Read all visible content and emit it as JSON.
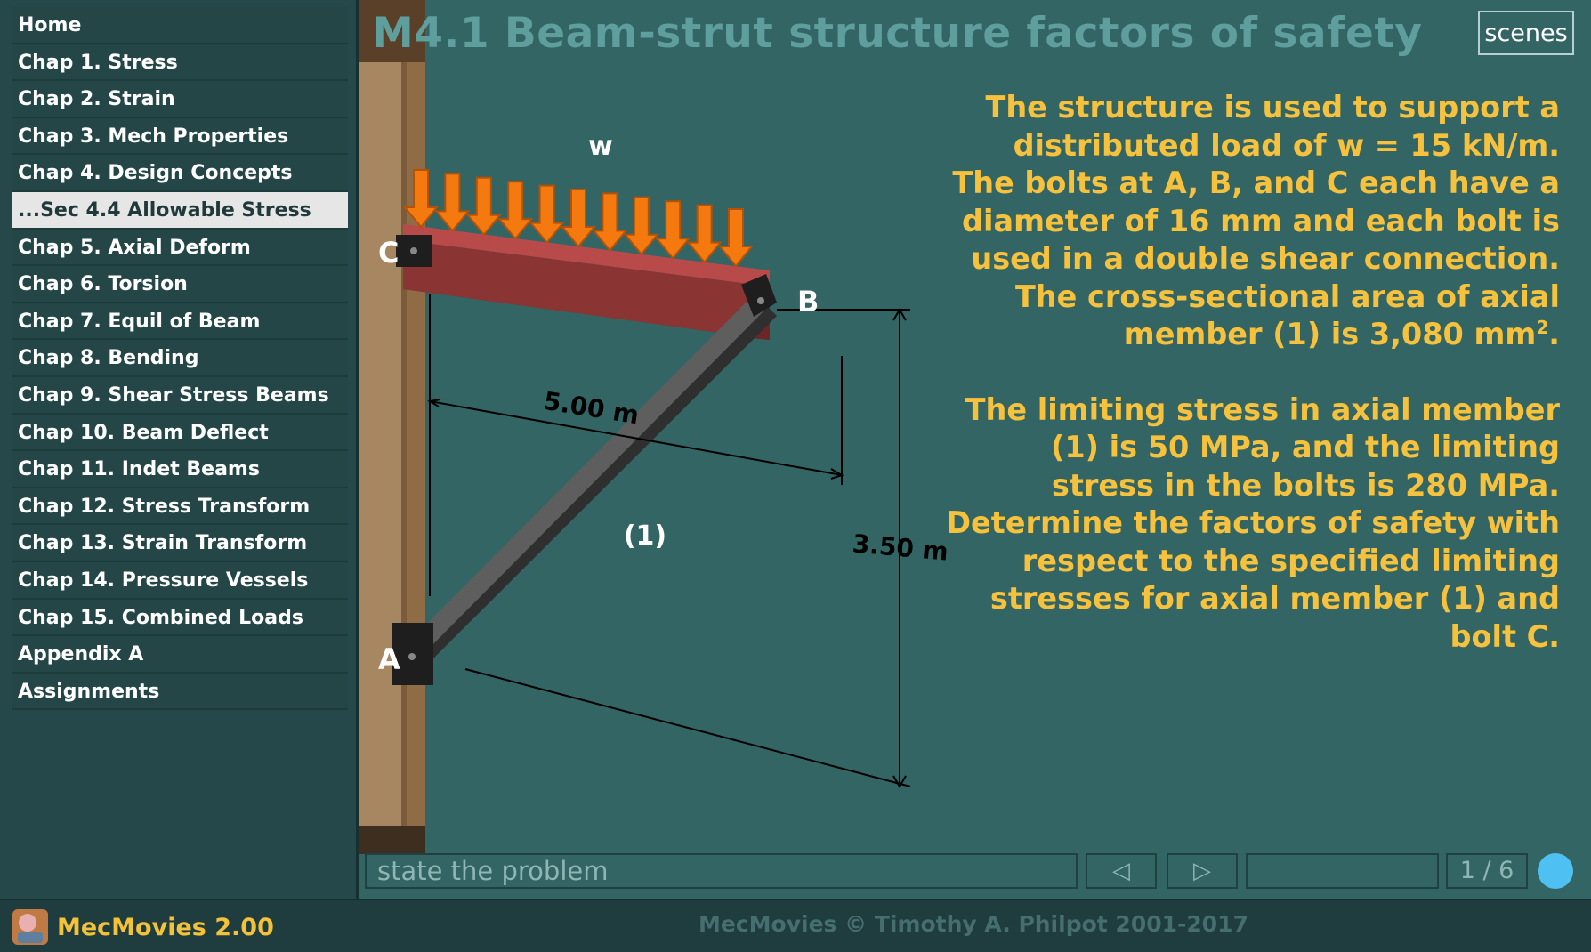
{
  "sidebar": {
    "items": [
      {
        "label": "Home",
        "active": false
      },
      {
        "label": "Chap 1. Stress",
        "active": false
      },
      {
        "label": "Chap 2. Strain",
        "active": false
      },
      {
        "label": "Chap 3. Mech Properties",
        "active": false
      },
      {
        "label": "Chap 4. Design Concepts",
        "active": false
      },
      {
        "label": "...Sec 4.4 Allowable Stress",
        "active": true
      },
      {
        "label": "Chap 5. Axial Deform",
        "active": false
      },
      {
        "label": "Chap 6. Torsion",
        "active": false
      },
      {
        "label": "Chap 7. Equil of Beam",
        "active": false
      },
      {
        "label": "Chap 8. Bending",
        "active": false
      },
      {
        "label": "Chap 9. Shear Stress Beams",
        "active": false
      },
      {
        "label": "Chap 10. Beam Deflect",
        "active": false
      },
      {
        "label": "Chap 11. Indet Beams",
        "active": false
      },
      {
        "label": "Chap 12. Stress Transform",
        "active": false
      },
      {
        "label": "Chap 13. Strain Transform",
        "active": false
      },
      {
        "label": "Chap 14. Pressure Vessels",
        "active": false
      },
      {
        "label": "Chap 15. Combined Loads",
        "active": false
      },
      {
        "label": "Appendix A",
        "active": false
      },
      {
        "label": "Assignments",
        "active": false
      }
    ]
  },
  "brand": {
    "name": "MecMovies 2.00",
    "logo_icon": "mecmovies-logo-icon"
  },
  "footer": {
    "copyright": "MecMovies © Timothy A. Philpot 2001-2017"
  },
  "header": {
    "title": "M4.1 Beam-strut structure factors of safety",
    "scenes_label": "scenes"
  },
  "figure": {
    "load_label": "w",
    "label_a": "A",
    "label_b": "B",
    "label_c": "C",
    "member_label": "(1)",
    "dim_horizontal": "5.00 m",
    "dim_vertical": "3.50 m"
  },
  "problem": {
    "p1_text": "The structure is used to support a distributed load of w = 15 kN/m.  The bolts at A, B, and C each have a diameter of 16 mm and each bolt is used in a double shear connection.  The cross-sectional area of axial member (1) is 3,080 mm",
    "p1_sup": "2",
    "p1_end": ".",
    "p2_text": "The limiting stress in axial member (1) is 50 MPa, and the limiting stress in the bolts is 280 MPa.  Determine the factors of safety with respect to the specified limiting stresses for axial member (1) and bolt C."
  },
  "controls": {
    "caption": "state the problem",
    "prev_icon": "◁",
    "next_icon": "▷",
    "page": "1 / 6",
    "status_color": "#4ec1f2"
  },
  "colors": {
    "accent_text": "#f6c23e",
    "beam": "#8a3434",
    "strut": "#555555",
    "arrow": "#f47a10",
    "panel": "#336565"
  }
}
